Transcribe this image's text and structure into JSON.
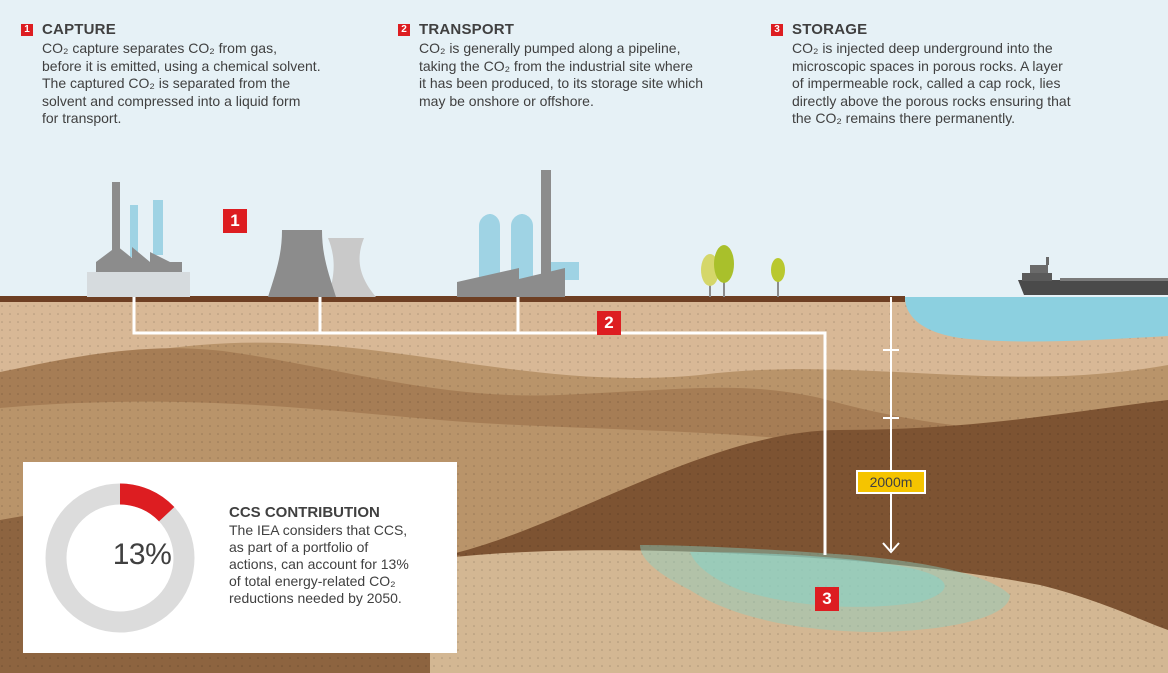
{
  "steps": [
    {
      "number": "1",
      "title": "CAPTURE",
      "lines": [
        "CO₂ capture separates CO₂ from gas,",
        "before it is emitted, using a chemical solvent.",
        "The captured CO₂ is separated from the",
        "solvent and compressed into a liquid form",
        "for transport."
      ]
    },
    {
      "number": "2",
      "title": "TRANSPORT",
      "lines": [
        "CO₂ is generally pumped along a pipeline,",
        "taking the CO₂ from the industrial site where",
        "it has been produced, to its storage site which",
        "may be onshore or offshore."
      ]
    },
    {
      "number": "3",
      "title": "STORAGE",
      "lines": [
        "CO₂ is injected deep underground into the",
        "microscopic spaces in porous rocks. A layer",
        "of impermeable rock, called a cap rock, lies",
        "directly above the porous rocks ensuring that",
        "the CO₂ remains there permanently."
      ]
    }
  ],
  "markers": {
    "capture": "1",
    "transport": "2",
    "storage": "3"
  },
  "depth_label": "2000m",
  "ccs": {
    "title": "CCS CONTRIBUTION",
    "percent_label": "13%",
    "percent_value": 13,
    "lines": [
      "The IEA considers that CCS,",
      "as part of a portfolio of",
      "actions, can account for 13%",
      "of total energy-related CO₂",
      "reductions needed by 2050."
    ]
  },
  "colors": {
    "accent_red": "#dd1d21",
    "label_yellow": "#f5c400",
    "sky": "#e6f1f6",
    "sea": "#8cd0e0",
    "surface_soil": "#6e3f23",
    "donut_track": "#dcdcdc",
    "storage_plume": "#8ad0c4",
    "text": "#404040"
  },
  "icons": {
    "plant": "power-plant-icon",
    "cooling": "cooling-tower-icon",
    "refinery": "industrial-site-icon",
    "tree": "tree-icon",
    "ship": "ship-icon"
  }
}
